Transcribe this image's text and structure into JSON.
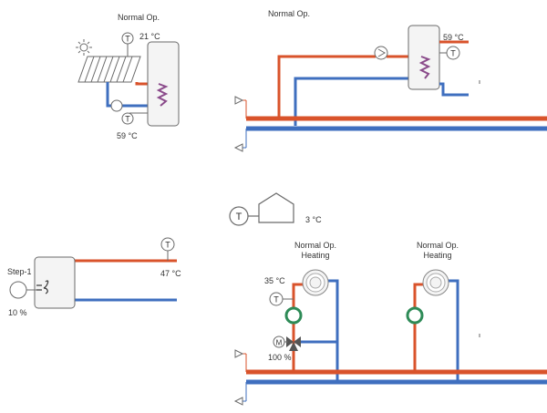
{
  "colors": {
    "supply": "#d9532b",
    "return": "#3f6fbf",
    "outline": "#6a6a6a",
    "fill": "#f4f4f4"
  },
  "icons": {
    "sun": "sun-icon",
    "temperature_sensor": "T",
    "motor": "M",
    "house": "house-icon"
  },
  "solar": {
    "status": "Normal Op.",
    "collector_temp": "21 °C",
    "tank_temp": "59 °C"
  },
  "dhw": {
    "status": "Normal Op.",
    "tank_temp": "59 °C"
  },
  "boiler": {
    "stage": "Step-1",
    "modulation": "10 %",
    "flow_temp": "47 °C"
  },
  "outdoor": {
    "temp": "3 °C"
  },
  "circuits": [
    {
      "status": "Normal Op.",
      "mode": "Heating",
      "flow_temp": "35 °C",
      "mixer_position": "100 %"
    },
    {
      "status": "Normal Op.",
      "mode": "Heating"
    }
  ]
}
